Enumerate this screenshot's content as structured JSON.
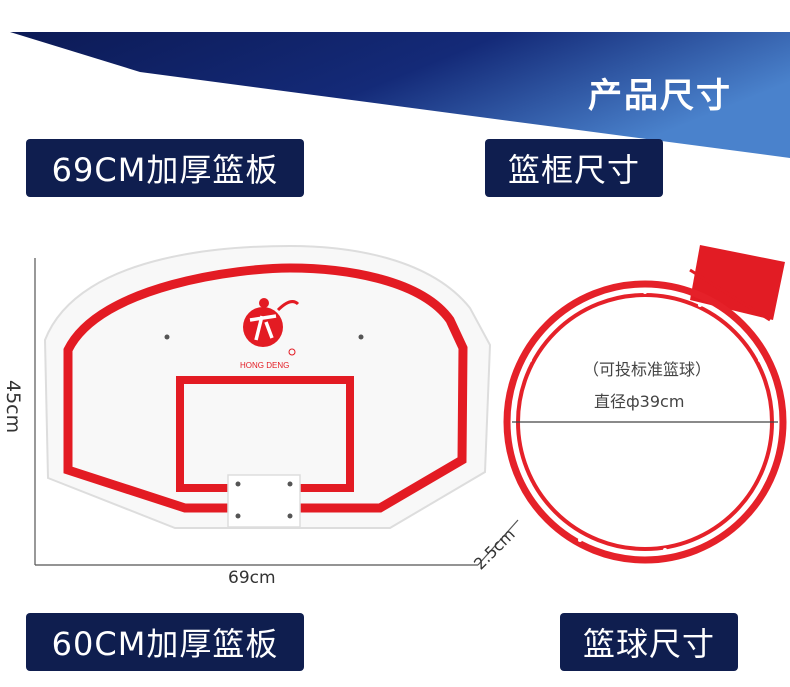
{
  "banner": {
    "title": "产品尺寸"
  },
  "labels": {
    "board_69": "69CM加厚篮板",
    "rim_size": "篮框尺寸",
    "board_60": "60CM加厚篮板",
    "ball_size": "篮球尺寸"
  },
  "dimensions": {
    "width": "69cm",
    "height": "45cm",
    "thickness": "2.5cm"
  },
  "logo": {
    "brand": "HONG DENG"
  },
  "rim": {
    "note": "（可投标准篮球）",
    "diameter": "直径ф39cm"
  },
  "colors": {
    "banner_dark": "#0c1a55",
    "banner_light": "#3d74c0",
    "label_bg": "#0f1e4f",
    "board_red": "#e31b23",
    "rim_red": "#e52129"
  }
}
